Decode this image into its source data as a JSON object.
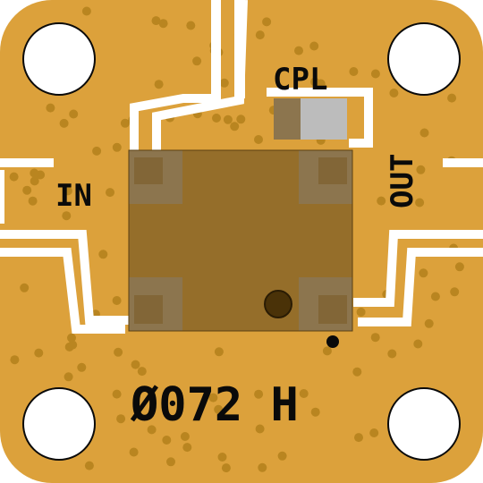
{
  "labels": {
    "input": "IN",
    "output": "OUT",
    "coupled": "CPL",
    "part_marking": "Ø072 H"
  },
  "colors": {
    "substrate": "#dca13b",
    "trace": "#ffffff",
    "component_body": "#7a5a24",
    "pad_metal": "#bcbcbc",
    "silkscreen": "#0a0a0a",
    "via": "#b98520"
  },
  "icons": {
    "mounting_hole": "mounting-hole-icon",
    "pin1_marker": "pin1-dot-icon",
    "orientation_mark": "orientation-circle-icon"
  }
}
